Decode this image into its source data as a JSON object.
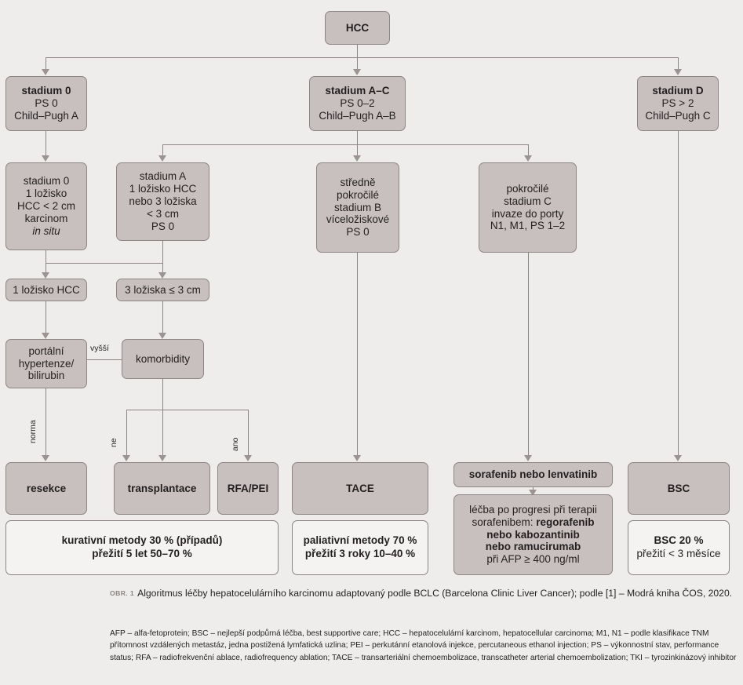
{
  "figure": {
    "label": "OBR. 1",
    "caption": "Algoritmus léčby hepatocelulárního karcinomu adaptovaný podle BCLC (Barcelona Clinic Liver Cancer); podle [1] – Modrá kniha ČOS, 2020.",
    "abbreviations": "AFP – alfa-fetoprotein; BSC – nejlepší podpůrná léčba, best supportive care; HCC – hepatocelulární karcinom, hepatocellular carcinoma; M1, N1 – podle klasifikace TNM přítomnost vzdálených metastáz, jedna postižená lymfatická uzlina; PEI – perkutánní etanolová injekce, percutaneous ethanol injection; PS – výkonnostní stav, performance status; RFA – radiofrekvenční ablace, radiofrequency ablation; TACE – transarteriální chemoembolizace, transcatheter arterial chemoembolization; TKI – tyrozinkinázový inhibitor"
  },
  "colors": {
    "background": "#eeedeb",
    "node_fill": "#c7c0bf",
    "node_border": "#8c8583",
    "outcome_fill": "#f4f3f1",
    "connector": "#8c8583",
    "text": "#231f20"
  },
  "nodes": {
    "root": {
      "title": "HCC"
    },
    "stage0": {
      "title": "stadium 0",
      "line2": "PS 0",
      "line3": "Child–Pugh A"
    },
    "stageAC": {
      "title": "stadium A–C",
      "line2": "PS 0–2",
      "line3": "Child–Pugh A–B"
    },
    "stageD": {
      "title": "stadium D",
      "line2": "PS > 2",
      "line3": "Child–Pugh C"
    },
    "stage0detail": {
      "l1": "stadium 0",
      "l2": "1 ložisko",
      "l3": "HCC < 2 cm",
      "l4": "karcinom",
      "l5": "in situ"
    },
    "stageAdetail": {
      "l1": "stadium A",
      "l2": "1 ložisko HCC",
      "l3": "nebo 3 ložiska",
      "l4": "< 3 cm",
      "l5": "PS 0"
    },
    "stageBdetail": {
      "l1": "středně",
      "l2": "pokročilé",
      "l3": "stadium B",
      "l4": "víceložiskové",
      "l5": "PS 0"
    },
    "stageCdetail": {
      "l1": "pokročilé",
      "l2": "stadium C",
      "l3": "invaze do porty",
      "l4": "N1, M1, PS 1–2"
    },
    "oneLesion": {
      "title": "1 ložisko HCC"
    },
    "threeLesions": {
      "title": "3 ložiska ≤ 3 cm"
    },
    "portal": {
      "l1": "portální",
      "l2": "hypertenze/",
      "l3": "bilirubin"
    },
    "comorbidity": {
      "title": "komorbidity"
    },
    "resection": {
      "title": "resekce"
    },
    "transplant": {
      "title": "transplantace"
    },
    "rfapei": {
      "title": "RFA/PEI"
    },
    "tace": {
      "title": "TACE"
    },
    "sorafenib": {
      "title": "sorafenib nebo lenvatinib"
    },
    "progression": {
      "l1": "léčba po progresi při terapii",
      "l2a": "sorafenibem: ",
      "l2b": "regorafenib",
      "l3": "nebo kabozantinib",
      "l4": "nebo ramucirumab",
      "l5": "při AFP ≥ 400 ng/ml"
    },
    "bsc": {
      "title": "BSC"
    }
  },
  "outcomes": {
    "curative": {
      "l1": "kurativní metody 30 % (případů)",
      "l2": "přežití 5 let 50–70 %"
    },
    "palliative": {
      "l1": "paliativní metody 70 %",
      "l2": "přežití 3 roky 10–40 %"
    },
    "bsc": {
      "l1": "BSC 20 %",
      "l2": "přežití < 3 měsíce"
    }
  },
  "edge_labels": {
    "higher": "vyšší",
    "normal": "norma",
    "no": "ne",
    "yes": "ano"
  }
}
